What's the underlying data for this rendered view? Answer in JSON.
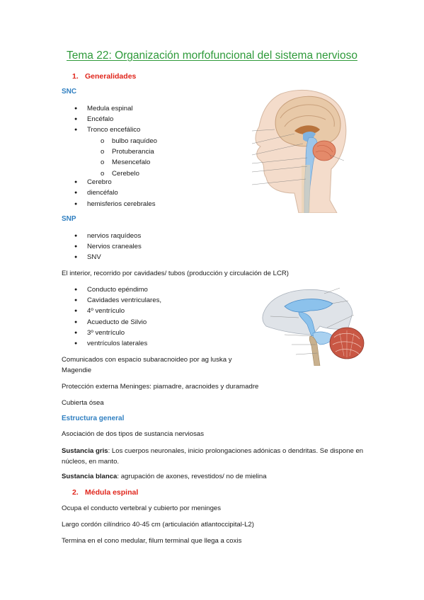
{
  "title": "Tema 22: Organización morfofuncional del sistema nervioso",
  "sections": {
    "generalidades": {
      "number": "1.",
      "label": "Generalidades"
    },
    "medula": {
      "number": "2.",
      "label": "Médula espinal"
    }
  },
  "snc": {
    "heading": "SNC",
    "items": [
      "Medula espinal",
      "Encéfalo",
      "Tronco encefálico"
    ],
    "tronco_sub": [
      "bulbo raquídeo",
      "Protuberancia",
      "Mesencefalo",
      "Cerebelo"
    ],
    "items2": [
      "Cerebro",
      "diencéfalo",
      "hemisferios cerebrales"
    ]
  },
  "snp": {
    "heading": "SNP",
    "items": [
      "nervios raquídeos",
      "Nervios craneales",
      "SNV"
    ]
  },
  "interior": {
    "intro": "El interior, recorrido por cavidades/ tubos (producción y circulación de LCR)",
    "items": [
      "Conducto epéndimo",
      "Cavidades ventriculares,",
      "4º ventrículo",
      "Acueducto de Silvio",
      "3º ventrículo",
      "ventrículos laterales"
    ]
  },
  "paragraphs": {
    "comunicados": "Comunicados con espacio subaracnoideo por ag luska y Magendie",
    "proteccion": "Protección externa Meninges: piamadre, aracnoides y duramadre",
    "cubierta": "Cubierta ósea"
  },
  "estructura": {
    "heading": "Estructura general",
    "asociacion": "Asociación de dos tipos de sustancia nerviosas",
    "gris_label": "Sustancia gris",
    "gris_text": ": Los cuerpos neuronales, inicio prolongaciones adónicas o dendritas. Se dispone en núcleos, en manto.",
    "blanca_label": "Sustancia blanca",
    "blanca_text": ": agrupación de axones, revestidos/ no de mielina"
  },
  "medula_text": {
    "line1": "Ocupa el conducto vertebral y cubierto por meninges",
    "line2": "Largo cordón cilíndrico 40-45 cm (articulación atlantoccipital-L2)",
    "line3": "Termina en el cono medular, filum terminal que llega a coxis"
  },
  "colors": {
    "title": "#2e9a3a",
    "section": "#e0261c",
    "heading": "#2f7fc1"
  }
}
